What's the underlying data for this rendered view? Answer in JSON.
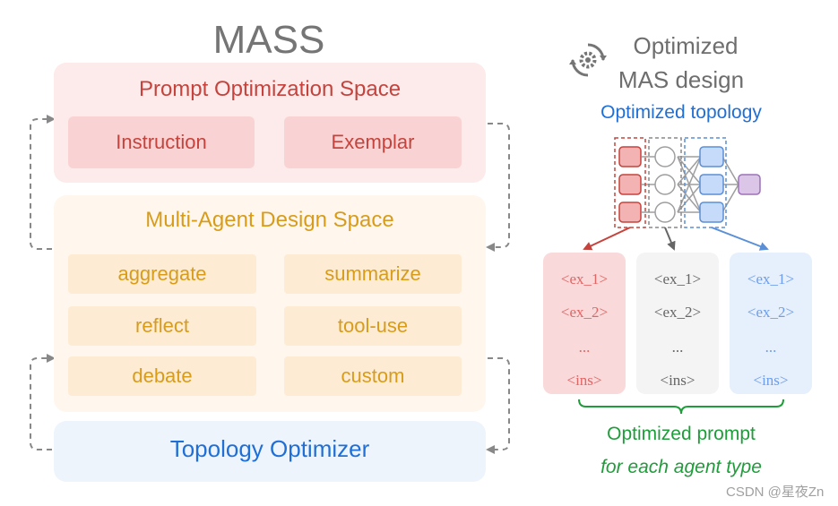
{
  "title": "MASS",
  "prompt_space": {
    "title": "Prompt Optimization Space",
    "items": [
      "Instruction",
      "Exemplar"
    ]
  },
  "design_space": {
    "title": "Multi-Agent Design Space",
    "items": [
      "aggregate",
      "summarize",
      "reflect",
      "tool-use",
      "debate",
      "custom"
    ]
  },
  "optimizer": {
    "title": "Topology Optimizer"
  },
  "optimized_design": {
    "line1": "Optimized",
    "line2": "MAS design"
  },
  "optimized_topology": "Optimized topology",
  "columns": [
    {
      "items": [
        "<ex_1>",
        "<ex_2>",
        "...",
        "<ins>"
      ],
      "bg": "#f9d9d9",
      "text": "#e06666"
    },
    {
      "items": [
        "<ex_1>",
        "<ex_2>",
        "...",
        "<ins>"
      ],
      "bg": "#f4f4f4",
      "text": "#666666"
    },
    {
      "items": [
        "<ex_1>",
        "<ex_2>",
        "...",
        "<ins>"
      ],
      "bg": "#e6effc",
      "text": "#6d9eeb"
    }
  ],
  "optimized_prompt": {
    "line1": "Optimized prompt",
    "line2": "for each agent type"
  },
  "watermark": "CSDN @星夜Zn",
  "colors": {
    "red": "#c5433c",
    "orange": "#d89c19",
    "blue": "#1f6fd6",
    "green": "#1f9d3a",
    "node_red": "#f4b3b3",
    "node_blue": "#c6dafa",
    "node_purple": "#dcc6e8"
  }
}
